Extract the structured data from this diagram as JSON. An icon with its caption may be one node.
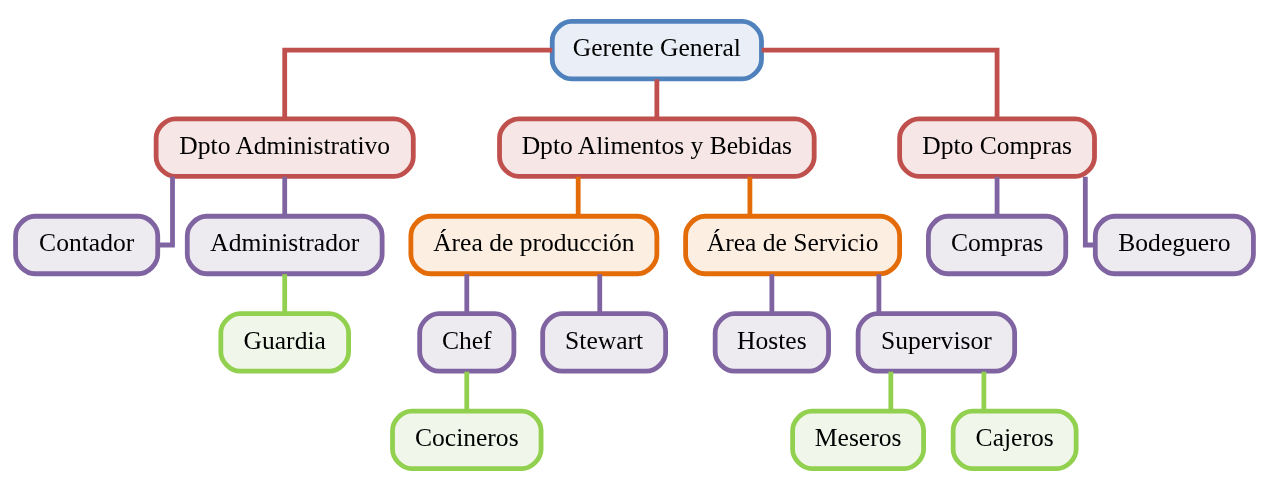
{
  "diagram": {
    "nodes": [
      {
        "text": [
          "Gerente General"
        ]
      },
      {
        "text": [
          "Dpto Administrativo"
        ]
      },
      {
        "text": [
          "Dpto Alimentos y Bebidas"
        ]
      },
      {
        "text": [
          "Dpto Compras"
        ]
      },
      {
        "text": [
          "Contador"
        ]
      },
      {
        "text": [
          "Administrador"
        ]
      },
      {
        "text": [
          "Guardia"
        ]
      },
      {
        "text": [
          "Área de producción"
        ]
      },
      {
        "text": [
          "Área de Servicio"
        ]
      },
      {
        "text": [
          "Chef"
        ]
      },
      {
        "text": [
          "Stewart"
        ]
      },
      {
        "text": [
          "Cocineros"
        ]
      },
      {
        "text": [
          "Hostes"
        ]
      },
      {
        "text": [
          "Supervisor"
        ]
      },
      {
        "text": [
          "Meseros"
        ]
      },
      {
        "text": [
          "Cajeros"
        ]
      },
      {
        "text": [
          "Compras"
        ]
      },
      {
        "text": [
          "Bodeguero"
        ]
      }
    ],
    "edges": [
      {
        "from": 0,
        "to": 1,
        "arrow": "none",
        "color": "#c0504d"
      },
      {
        "from": 0,
        "to": 2,
        "arrow": "none",
        "color": "#c0504d"
      },
      {
        "from": 0,
        "to": 3,
        "arrow": "none",
        "color": "#c0504d"
      },
      {
        "from": 1,
        "to": 4,
        "arrow": "none"
      },
      {
        "from": 1,
        "to": 5,
        "arrow": "none"
      },
      {
        "from": 5,
        "to": 6,
        "arrow": "none",
        "color": "#92d050"
      },
      {
        "from": 2,
        "to": 7,
        "arrow": "none",
        "color": "#e36c09"
      },
      {
        "from": 2,
        "to": 8,
        "arrow": "none",
        "color": "#e36c09"
      },
      {
        "from": 7,
        "to": 9,
        "arrow": "none"
      },
      {
        "from": 7,
        "to": 10,
        "arrow": "none"
      },
      {
        "from": 9,
        "to": 11,
        "arrow": "none",
        "color": "#92d050"
      },
      {
        "from": 8,
        "to": 12,
        "arrow": "none"
      },
      {
        "from": 8,
        "to": 13,
        "arrow": "none"
      },
      {
        "from": 13,
        "to": 14,
        "arrow": "none",
        "color": "#92d050"
      },
      {
        "from": 13,
        "to": 15,
        "arrow": "none",
        "color": "#92d050"
      },
      {
        "from": 3,
        "to": 16,
        "arrow": "none"
      },
      {
        "from": 3,
        "to": 17,
        "arrow": "none"
      }
    ]
  }
}
